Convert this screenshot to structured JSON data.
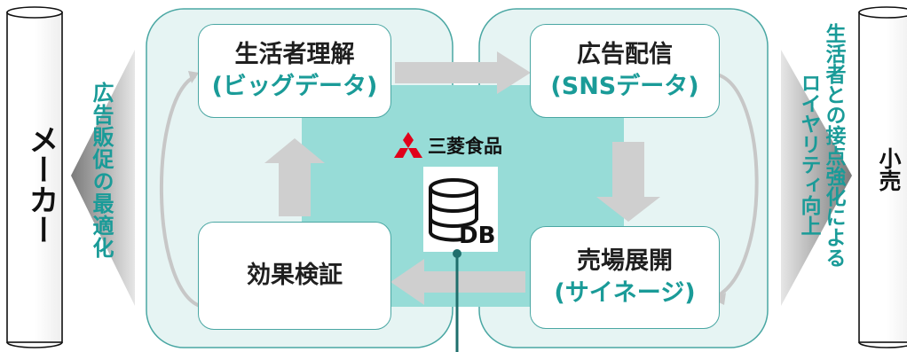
{
  "diagram": {
    "left_pillar_label": "メーカー",
    "right_pillar_label": "小売",
    "left_arrow_text": "広告販促の最適化",
    "right_arrow_text_col1": "生活者との接点強化による",
    "right_arrow_text_col2": "ロイヤリティ向上",
    "boxes": {
      "top_left": {
        "title": "生活者理解",
        "subtitle": "(ビッグデータ)"
      },
      "top_right": {
        "title": "広告配信",
        "subtitle": "(SNSデータ)"
      },
      "bottom_left": {
        "title": "効果検証"
      },
      "bottom_right": {
        "title": "売場展開",
        "subtitle": "(サイネージ)"
      }
    },
    "center": {
      "logo_text": "三菱食品",
      "db_label": "DB"
    },
    "colors": {
      "accent_teal": "#1a9b98",
      "panel_fill": "#e6f4f3",
      "panel_border": "#4aa7a3",
      "center_fill": "#97dcd7",
      "arrow_gray": "#cfcfcf",
      "logo_red": "#e0001a"
    }
  }
}
